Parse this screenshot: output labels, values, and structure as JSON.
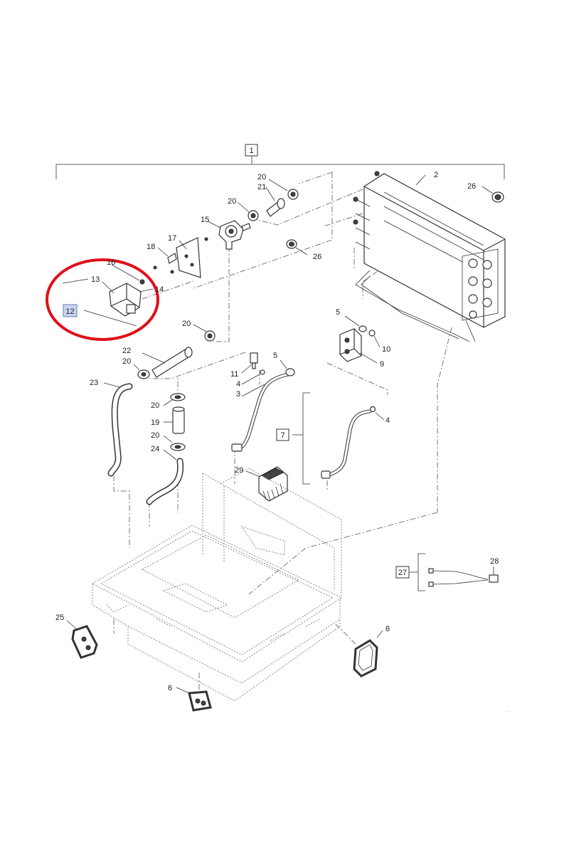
{
  "diagram": {
    "callouts": [
      {
        "id": "c1",
        "text": "1",
        "boxed": true
      },
      {
        "id": "c2",
        "text": "2"
      },
      {
        "id": "c3",
        "text": "3"
      },
      {
        "id": "c4a",
        "text": "4"
      },
      {
        "id": "c4b",
        "text": "4"
      },
      {
        "id": "c5a",
        "text": "5"
      },
      {
        "id": "c5b",
        "text": "5"
      },
      {
        "id": "c6",
        "text": "6"
      },
      {
        "id": "c7",
        "text": "7",
        "boxed": true
      },
      {
        "id": "c8",
        "text": "8"
      },
      {
        "id": "c9",
        "text": "9"
      },
      {
        "id": "c10",
        "text": "10"
      },
      {
        "id": "c11",
        "text": "11"
      },
      {
        "id": "c12",
        "text": "12",
        "boxed": true,
        "highlighted": true
      },
      {
        "id": "c13",
        "text": "13"
      },
      {
        "id": "c14",
        "text": "14"
      },
      {
        "id": "c15",
        "text": "15"
      },
      {
        "id": "c16",
        "text": "16"
      },
      {
        "id": "c17",
        "text": "17"
      },
      {
        "id": "c18",
        "text": "18"
      },
      {
        "id": "c19",
        "text": "19"
      },
      {
        "id": "c20a",
        "text": "20"
      },
      {
        "id": "c20b",
        "text": "20"
      },
      {
        "id": "c20c",
        "text": "20"
      },
      {
        "id": "c20d",
        "text": "20"
      },
      {
        "id": "c20e",
        "text": "20"
      },
      {
        "id": "c20f",
        "text": "20"
      },
      {
        "id": "c21",
        "text": "21"
      },
      {
        "id": "c22",
        "text": "22"
      },
      {
        "id": "c23",
        "text": "23"
      },
      {
        "id": "c24",
        "text": "24"
      },
      {
        "id": "c25",
        "text": "25"
      },
      {
        "id": "c26a",
        "text": "26"
      },
      {
        "id": "c26b",
        "text": "26"
      },
      {
        "id": "c27",
        "text": "27",
        "boxed": true
      },
      {
        "id": "c28",
        "text": "28"
      },
      {
        "id": "c29",
        "text": "29"
      }
    ],
    "colors": {
      "line": "#333333",
      "highlight_circle": "#e0101a",
      "highlight_box": "#c9d3f2"
    }
  }
}
